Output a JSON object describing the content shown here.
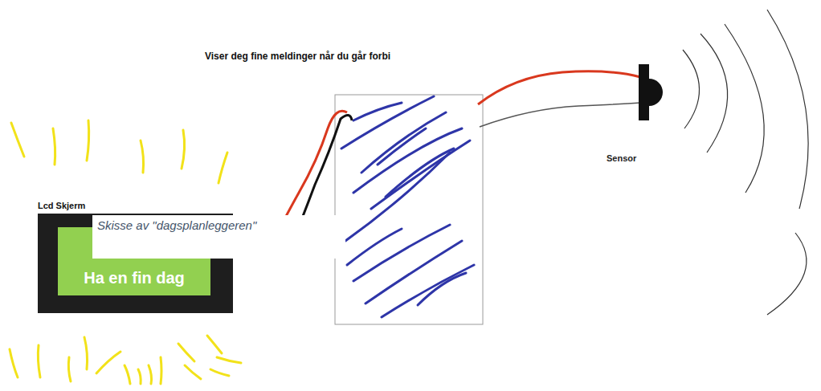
{
  "diagram": {
    "title": "Viser deg fine meldinger når du går forbi",
    "caption": "Skisse av \"dagsplanleggeren\"",
    "nodes": [
      {
        "text": [
          "Lcd Skjerm",
          "Ha en fin dag"
        ]
      }
    ],
    "labels": [
      "Sensor"
    ]
  }
}
